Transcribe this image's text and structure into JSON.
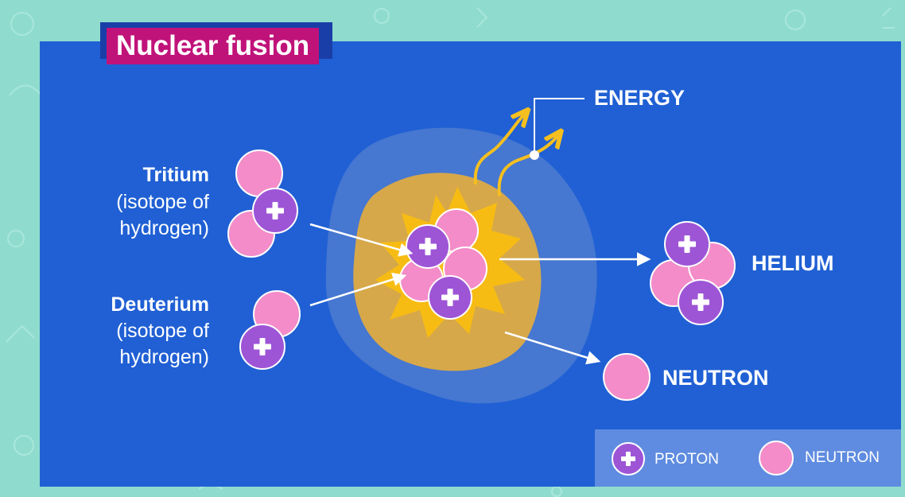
{
  "title": "Nuclear fusion",
  "reactants": {
    "tritium": {
      "name": "Tritium",
      "desc_line1": "(isotope of",
      "desc_line2": "hydrogen)"
    },
    "deuterium": {
      "name": "Deuterium",
      "desc_line1": "(isotope of",
      "desc_line2": "hydrogen)"
    }
  },
  "products": {
    "energy": "ENERGY",
    "helium": "HELIUM",
    "neutron": "NEUTRON"
  },
  "legend": {
    "proton": "PROTON",
    "neutron": "NEUTRON"
  },
  "colors": {
    "background": "#8fdcce",
    "panel": "#2060d4",
    "title_bg": "#c0137a",
    "proton": "#9d55d6",
    "neutron": "#f38cc8",
    "energy_arrow": "#f5bf1f",
    "core_burst": "#f7bc13",
    "core_glow": "#d6a84a"
  },
  "icons": [
    "proton-plus-icon",
    "neutron-sphere-icon",
    "arrow-icon",
    "burst-icon"
  ]
}
